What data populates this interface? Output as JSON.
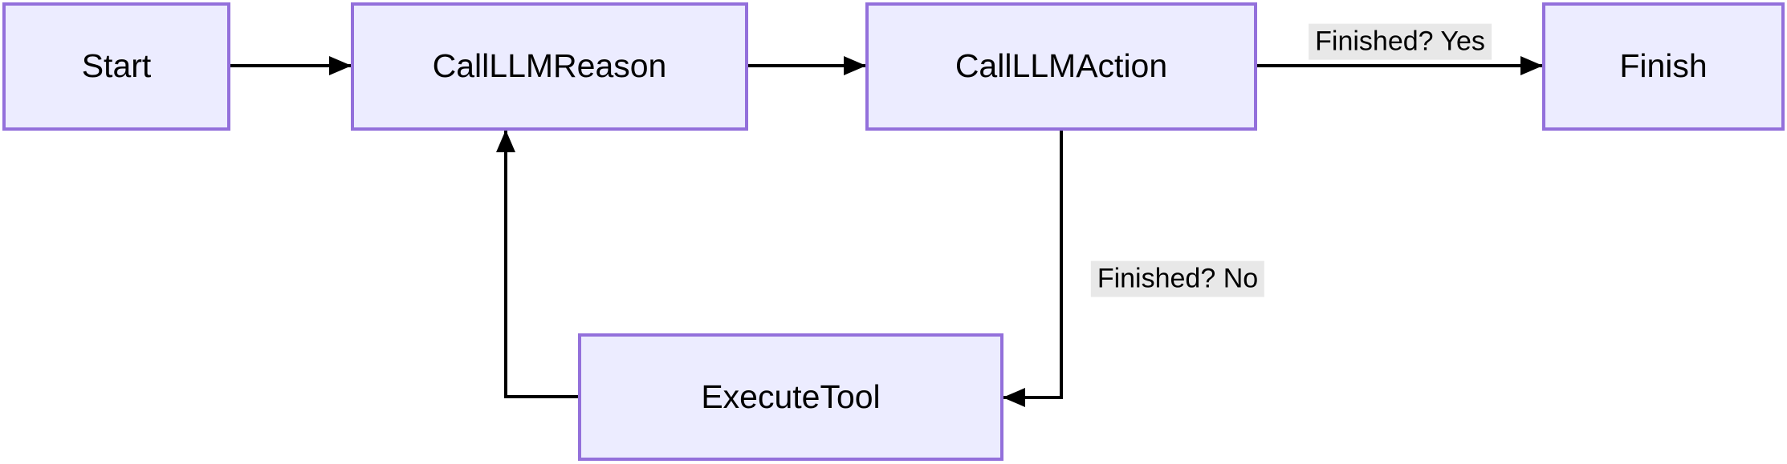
{
  "diagram": {
    "type": "flowchart",
    "nodes": {
      "start": {
        "id": "Start",
        "label": "Start"
      },
      "call_llm_reason": {
        "id": "CallLLMReason",
        "label": "CallLLMReason"
      },
      "call_llm_action": {
        "id": "CallLLMAction",
        "label": "CallLLMAction"
      },
      "finish": {
        "id": "Finish",
        "label": "Finish"
      },
      "execute_tool": {
        "id": "ExecuteTool",
        "label": "ExecuteTool"
      }
    },
    "edges": [
      {
        "from": "Start",
        "to": "CallLLMReason",
        "label": ""
      },
      {
        "from": "CallLLMReason",
        "to": "CallLLMAction",
        "label": ""
      },
      {
        "from": "CallLLMAction",
        "to": "Finish",
        "label": "Finished? Yes"
      },
      {
        "from": "CallLLMAction",
        "to": "ExecuteTool",
        "label": "Finished? No"
      },
      {
        "from": "ExecuteTool",
        "to": "CallLLMReason",
        "label": ""
      }
    ],
    "edge_labels": {
      "yes": "Finished? Yes",
      "no": "Finished? No"
    },
    "colors": {
      "node_fill": "#ECECFF",
      "node_border": "#9370DB",
      "edge_line": "#000000",
      "edge_label_bg": "#E8E8E8",
      "text": "#000000",
      "canvas_bg": "#FFFFFF"
    }
  }
}
